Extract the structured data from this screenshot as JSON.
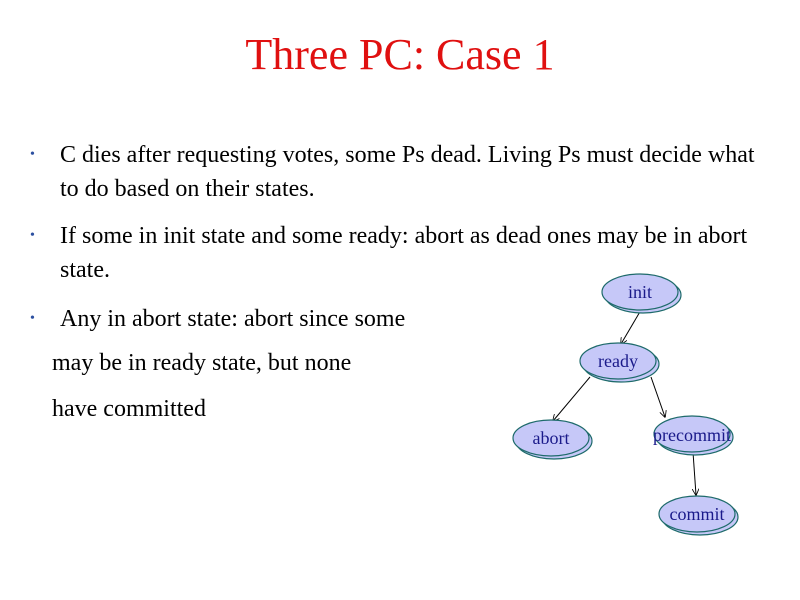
{
  "slide": {
    "title": "Three PC: Case 1",
    "bullets": [
      {
        "marker": "•",
        "text": "C dies after requesting votes, some Ps dead.  Living Ps must decide what to do based on their states."
      },
      {
        "marker": "•",
        "text": "If some in init state and some ready: abort as dead ones may be in abort state."
      },
      {
        "marker": "•",
        "text": "Any in abort state: abort since some"
      }
    ],
    "continuation_lines": [
      "may be in ready state, but none",
      "have committed"
    ]
  },
  "diagram": {
    "nodes": {
      "init": "init",
      "ready": "ready",
      "abort": "abort",
      "precommit": "precommit",
      "commit": "commit"
    }
  },
  "colors": {
    "title": "#e01010",
    "bullet_marker": "#2c4fa0",
    "node_fill": "#c6c8f8",
    "node_stroke": "#1e6b6b",
    "node_text": "#1a1a8a"
  }
}
